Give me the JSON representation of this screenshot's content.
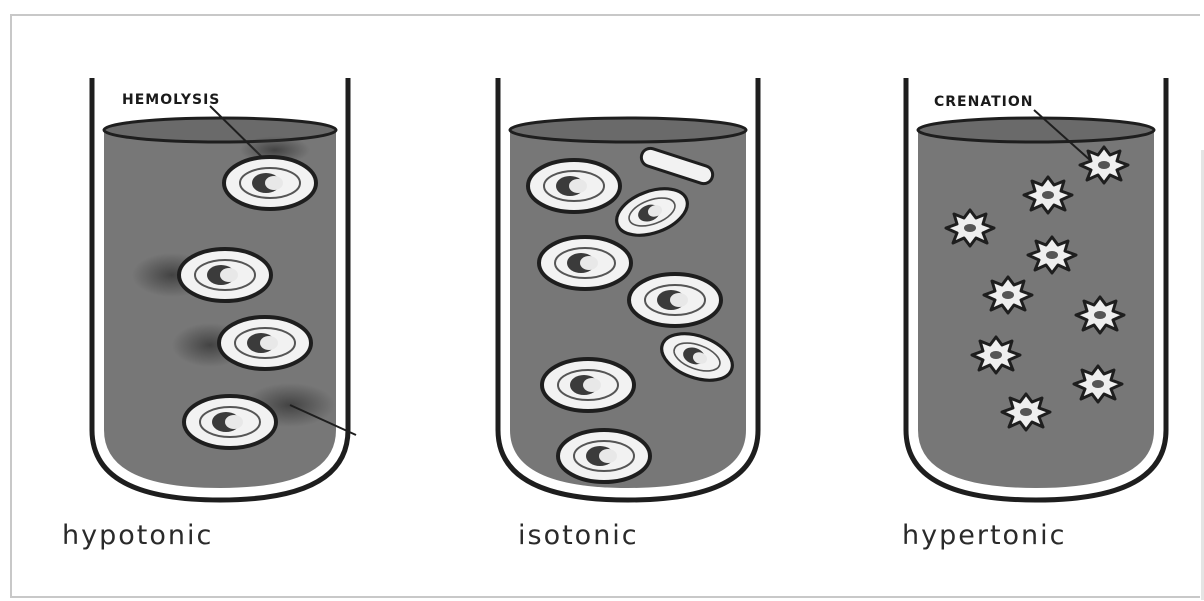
{
  "tubes": [
    {
      "label": "hypotonic",
      "callout": "HEMOLYSIS"
    },
    {
      "label": "isotonic",
      "callout": ""
    },
    {
      "label": "hypertonic",
      "callout": "CRENATION"
    }
  ],
  "colors": {
    "fluid": "#777777",
    "outline": "#1e1e1e",
    "cell_fill": "#f2f2f2"
  }
}
